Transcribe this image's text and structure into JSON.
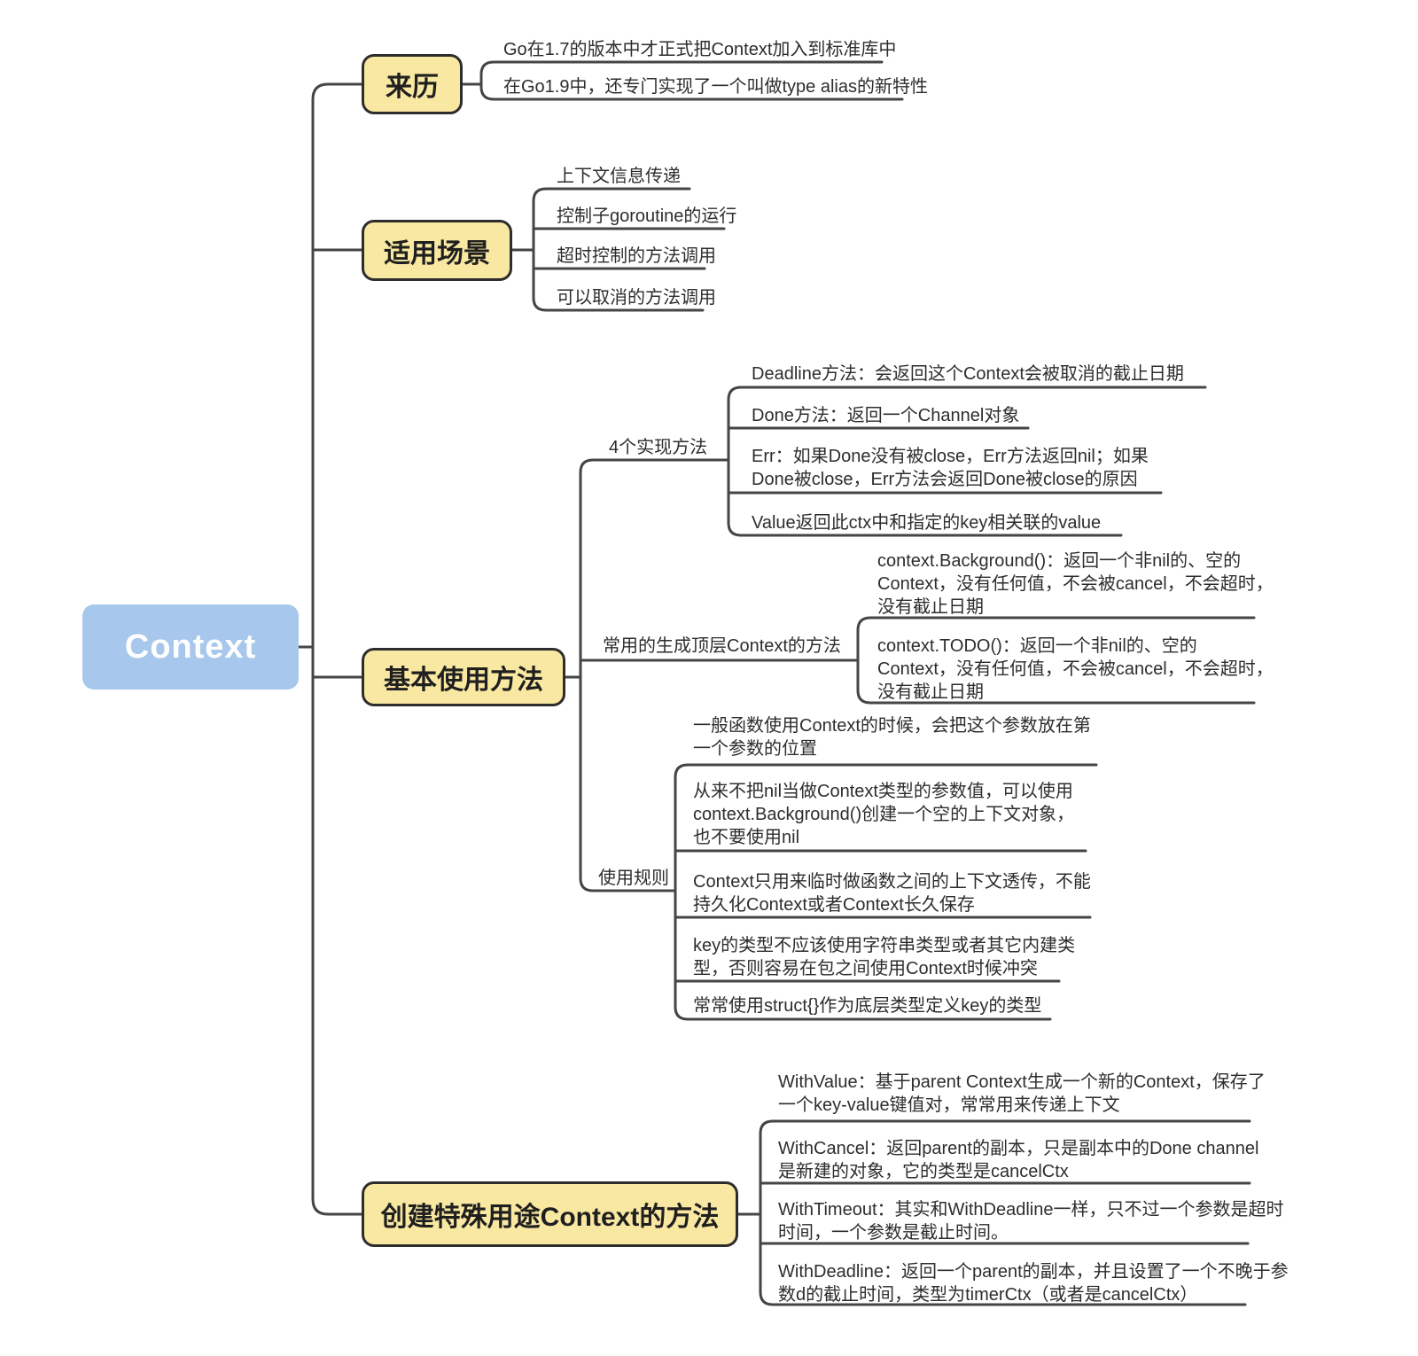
{
  "title": "Context 思维导图",
  "colors": {
    "root_bg": "#a7c8ec",
    "root_text": "#ffffff",
    "branch_bg": "#f9e8a1",
    "branch_border": "#2d2d2d",
    "line": "#454545",
    "leaf_text": "#2d2d2d",
    "background": "#ffffff"
  },
  "root": {
    "label": "Context"
  },
  "branches": [
    {
      "label": "来历",
      "children": [
        "Go在1.7的版本中才正式把Context加入到标准库中",
        "在Go1.9中，还专门实现了一个叫做type alias的新特性"
      ]
    },
    {
      "label": "适用场景",
      "children": [
        "上下文信息传递",
        "控制子goroutine的运行",
        "超时控制的方法调用",
        "可以取消的方法调用"
      ]
    },
    {
      "label": "基本使用方法",
      "groups": [
        {
          "label": "4个实现方法",
          "children": [
            "Deadline方法：会返回这个Context会被取消的截止日期",
            "Done方法：返回一个Channel对象",
            "Err：如果Done没有被close，Err方法返回nil；如果\nDone被close，Err方法会返回Done被close的原因",
            "Value返回此ctx中和指定的key相关联的value"
          ]
        },
        {
          "label": "常用的生成顶层Context的方法",
          "children": [
            "context.Background()：返回一个非nil的、空的\nContext，没有任何值，不会被cancel，不会超时，\n没有截止日期",
            "context.TODO()：返回一个非nil的、空的\nContext，没有任何值，不会被cancel，不会超时，\n没有截止日期"
          ]
        },
        {
          "label": "使用规则",
          "children": [
            "一般函数使用Context的时候，会把这个参数放在第\n一个参数的位置",
            "从来不把nil当做Context类型的参数值，可以使用\ncontext.Background()创建一个空的上下文对象，\n也不要使用nil",
            "Context只用来临时做函数之间的上下文透传，不能\n持久化Context或者Context长久保存",
            "key的类型不应该使用字符串类型或者其它内建类\n型，否则容易在包之间使用Context时候冲突",
            "常常使用struct{}作为底层类型定义key的类型"
          ]
        }
      ]
    },
    {
      "label": "创建特殊用途Context的方法",
      "children": [
        "WithValue：基于parent Context生成一个新的Context，保存了\n一个key-value键值对，常常用来传递上下文",
        "WithCancel：返回parent的副本，只是副本中的Done channel\n是新建的对象，它的类型是cancelCtx",
        "WithTimeout：其实和WithDeadline一样，只不过一个参数是超时\n时间，一个参数是截止时间。",
        "WithDeadline：返回一个parent的副本，并且设置了一个不晚于参\n数d的截止时间，类型为timerCtx（或者是cancelCtx）"
      ]
    }
  ]
}
